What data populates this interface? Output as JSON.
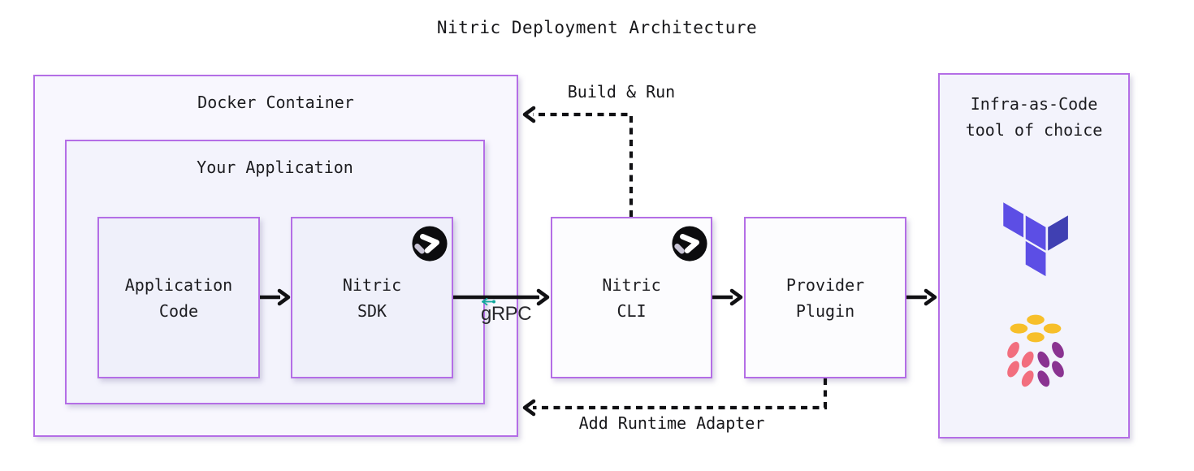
{
  "title": "Nitric Deployment Architecture",
  "colors": {
    "box_border": "#b46ee6",
    "box_fill_outer": "#f8f7fe",
    "box_fill_mid": "#f3f3fc",
    "box_fill_inner": "#eff0fa",
    "arrow_black": "#111114",
    "terraform_light": "#5c4ee5",
    "terraform_dark": "#4040b2",
    "pulumi_yellow": "#f7bf2a",
    "pulumi_salmon": "#f26e7e",
    "pulumi_purple": "#8a3391",
    "grpc_teal": "#12a89d",
    "nitric_badge_bg": "#0c0c0e",
    "nitric_badge_accent": "#c9c5d6"
  },
  "nodes": {
    "docker_container": {
      "label": "Docker Container"
    },
    "your_application": {
      "label": "Your Application"
    },
    "application_code": {
      "lines": [
        "Application",
        "Code"
      ]
    },
    "nitric_sdk": {
      "lines": [
        "Nitric",
        "SDK"
      ]
    },
    "nitric_cli": {
      "lines": [
        "Nitric",
        "CLI"
      ]
    },
    "provider_plugin": {
      "lines": [
        "Provider",
        "Plugin"
      ]
    },
    "iac_tool": {
      "lines": [
        "Infra-as-Code",
        "tool of choice"
      ]
    }
  },
  "edges": {
    "grpc": {
      "label": "gRPC"
    },
    "build_run": {
      "label": "Build & Run"
    },
    "add_runtime_adapter": {
      "label": "Add Runtime Adapter"
    }
  },
  "icons": {
    "nitric_badge": "nitric-arrow-logo",
    "terraform": "terraform-logo",
    "pulumi": "pulumi-cube-logo",
    "grpc_mark": "grpc-left-arrow-mark"
  }
}
